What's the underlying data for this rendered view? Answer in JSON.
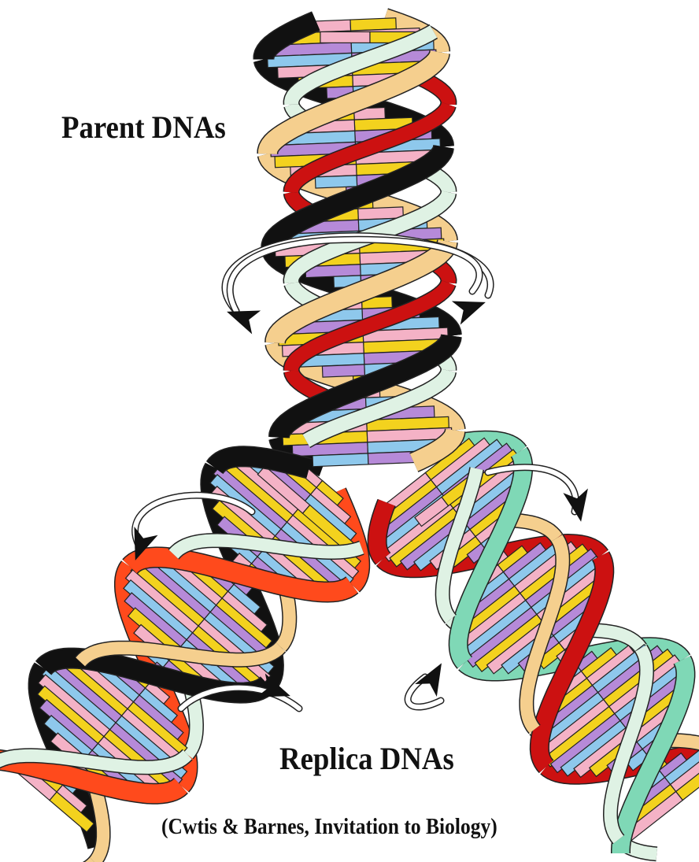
{
  "labels": {
    "parent": "Parent DNAs",
    "replica": "Replica DNAs",
    "citation": "(Cwtis & Barnes, Invitation to Biology)"
  },
  "colors": {
    "background": "#ffffff",
    "outline": "#222222",
    "strand_black": "#111111",
    "strand_red": "#cc1111",
    "strand_orange": "#ff4a1c",
    "strand_tan": "#f5cf8e",
    "strand_mint": "#dff2e4",
    "strand_teal": "#7fd8b6",
    "base_yellow": "#f3d21e",
    "base_pink": "#f4b2c6",
    "base_purple": "#b68ad8",
    "base_blue": "#8ec8ec",
    "arrow": "#111111"
  },
  "figure": {
    "parts": [
      "parent-helix",
      "left-replica-helix",
      "right-replica-helix",
      "unwinding-arrows"
    ]
  }
}
